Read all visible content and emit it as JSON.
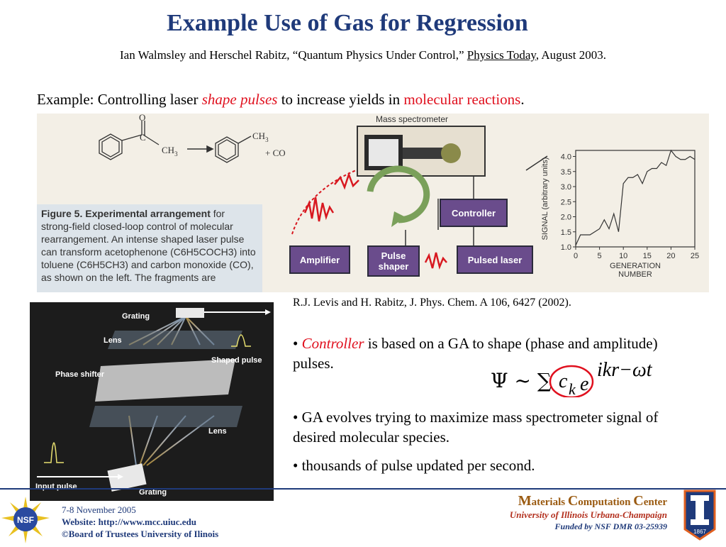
{
  "title": "Example Use of Gas for Regression",
  "citation": {
    "prefix": "Ian Walmsley and Herschel Rabitz,  “Quantum Physics Under Control,” ",
    "journal": "Physics Today",
    "suffix": ", August 2003."
  },
  "example": {
    "part1": "Example: Controlling laser ",
    "highlight1": "shape pulses",
    "part2": " to increase yields in ",
    "highlight2": "molecular reactions",
    "part3": "."
  },
  "figure": {
    "chem": {
      "o": "O",
      "ch3_a": "CH",
      "ch3_a_sub": "3",
      "ch3_b": "CH",
      "ch3_b_sub": "3",
      "co": "+ CO"
    },
    "mass_spectrometer": "Mass spectrometer",
    "controller": "Controller",
    "amplifier": "Amplifier",
    "pulse_shaper": "Pulse shaper",
    "pulsed_laser": "Pulsed laser",
    "caption_bold": "Figure 5. Experimental arrangement",
    "caption_text": " for strong-field closed-loop control of molecular rearrangement. An intense shaped laser pulse can transform acetophenone (C6H5COCH3) into toluene (C6H5CH3) and carbon monoxide (CO), as shown on the left. The fragments are"
  },
  "chart_data": {
    "type": "line",
    "xlabel": "GENERATION NUMBER",
    "ylabel": "SIGNAL (arbitrary units)",
    "xlim": [
      0,
      25
    ],
    "ylim": [
      1.0,
      4.2
    ],
    "xticks": [
      "0",
      "5",
      "10",
      "15",
      "20",
      "25"
    ],
    "yticks": [
      "1.0",
      "1.5",
      "2.0",
      "2.5",
      "3.0",
      "3.5",
      "4.0"
    ],
    "x": [
      0,
      1,
      2,
      3,
      4,
      5,
      6,
      7,
      8,
      9,
      10,
      11,
      12,
      13,
      14,
      15,
      16,
      17,
      18,
      19,
      20,
      21,
      22,
      23,
      24,
      25
    ],
    "y": [
      1.05,
      1.4,
      1.4,
      1.4,
      1.5,
      1.6,
      1.9,
      1.6,
      2.1,
      1.5,
      3.1,
      3.3,
      3.3,
      3.4,
      3.1,
      3.5,
      3.6,
      3.6,
      3.8,
      3.7,
      4.2,
      4.0,
      3.9,
      3.9,
      4.0,
      3.9
    ]
  },
  "reference": "R.J. Levis and H. Rabitz, J. Phys. Chem. A 106, 6427 (2002).",
  "optics": {
    "grating_top": "Grating",
    "lens_top": "Lens",
    "phase_shifter": "Phase shifter",
    "shaped_pulse": "Shaped pulse",
    "lens_bottom": "Lens",
    "input_pulse": "Input pulse",
    "grating_bottom": "Grating"
  },
  "bullets": {
    "b1_bullet": "• ",
    "b1_highlight": "Controller",
    "b1_text": " is based on a GA to shape (phase and amplitude) pulses.",
    "b2": "•  GA evolves trying to maximize mass spectrometer signal of desired molecular species.",
    "b3": "• thousands of pulse updated per second."
  },
  "equation": {
    "psi": "Ψ ~ ∑",
    "c": "c",
    "k": "k",
    "e": "e",
    "exp": "ikr−ωt"
  },
  "footer": {
    "date": "7-8 November 2005",
    "website_label": "Website:  http://www.mcc.uiuc.edu",
    "copyright": "©Board of Trustees University of Ilinois",
    "mcc_m": "M",
    "mcc_1": "aterials ",
    "mcc_c": "C",
    "mcc_2": "omputation ",
    "mcc_c2": "C",
    "mcc_3": "enter",
    "university": "University of Illinois Urbana-Champaign",
    "funded": "Funded by NSF DMR 03-25939",
    "nsf": "NSF",
    "ill_year": "1867"
  },
  "colors": {
    "title_blue": "#1f3a7a",
    "highlight_red": "#e0101e",
    "box_purple": "#6a4c8c"
  }
}
